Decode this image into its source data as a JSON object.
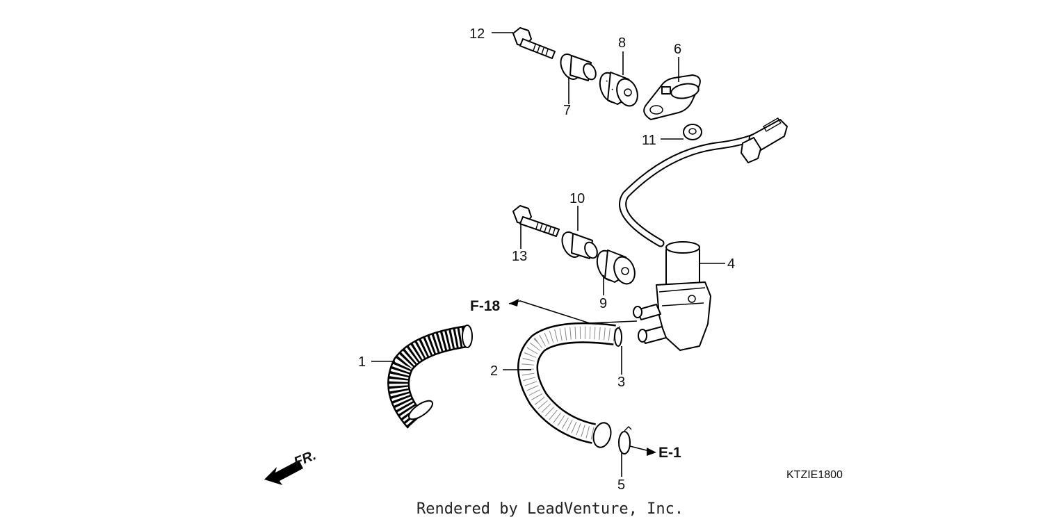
{
  "diagram": {
    "callouts": [
      {
        "id": "c1",
        "label": "1"
      },
      {
        "id": "c2",
        "label": "2"
      },
      {
        "id": "c3",
        "label": "3"
      },
      {
        "id": "c4",
        "label": "4"
      },
      {
        "id": "c5",
        "label": "5"
      },
      {
        "id": "c6",
        "label": "6"
      },
      {
        "id": "c7",
        "label": "7"
      },
      {
        "id": "c8",
        "label": "8"
      },
      {
        "id": "c9",
        "label": "9"
      },
      {
        "id": "c10",
        "label": "10"
      },
      {
        "id": "c11",
        "label": "11"
      },
      {
        "id": "c12",
        "label": "12"
      },
      {
        "id": "c13",
        "label": "13"
      }
    ],
    "references": {
      "f18": "F-18",
      "e1": "E-1"
    },
    "front_marker": "FR.",
    "diagram_code": "KTZIE1800"
  },
  "footer": {
    "text": "Rendered by LeadVenture, Inc."
  }
}
